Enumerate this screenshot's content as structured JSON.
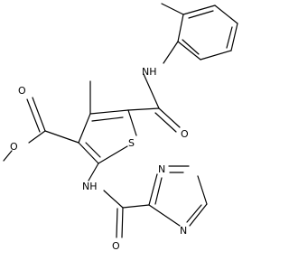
{
  "molecule": {
    "atoms": {
      "nh_top": "NH",
      "o_amide_top": "O",
      "s_ring": "S",
      "o_ester_carbonyl": "O",
      "o_ester_ether": "O",
      "nh_bottom": "NH",
      "n_pyrazine_top": "N",
      "n_pyrazine_bottom": "N",
      "o_amide_bottom": "O"
    }
  },
  "colors": {
    "bonds": "#000000",
    "labels": "#000000",
    "background": "#ffffff"
  }
}
